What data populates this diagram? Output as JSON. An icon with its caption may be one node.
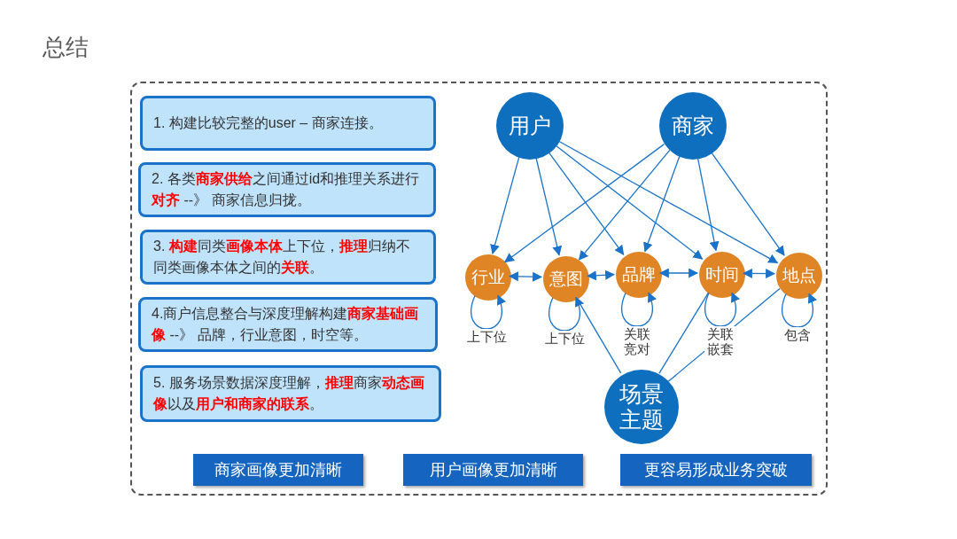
{
  "diagram": {
    "title": "总结",
    "nodes": [
      {
        "text": [],
        "shape": "box"
      },
      {
        "text": [
          "1. 构建比较完整的user – 商家连接。"
        ],
        "in": 0
      },
      {
        "text": [
          "2. 各类**商家供给**之间通过id和推理关系进行**对齐** --》 商家信息归拢。"
        ],
        "in": 0
      },
      {
        "text": [
          "3. **构建**同类**画像本体**上下位，**推理**归纳不同类画像本体之间的**关联**。"
        ],
        "in": 0
      },
      {
        "text": [
          "4.商户信息整合与深度理解构建**商家基础画像** --》 品牌，行业意图，时空等。"
        ],
        "in": 0
      },
      {
        "text": [
          "5. 服务场景数据深度理解，**推理**商家**动态画像**以及**用户和商家的联系**。"
        ],
        "in": 0
      },
      {
        "text": [
          "用户"
        ],
        "in": 0
      },
      {
        "text": [
          "商家"
        ],
        "in": 0
      },
      {
        "text": [
          "行业"
        ],
        "in": 0
      },
      {
        "text": [
          "意图"
        ],
        "in": 0
      },
      {
        "text": [
          "品牌"
        ],
        "in": 0
      },
      {
        "text": [
          "时间"
        ],
        "in": 0
      },
      {
        "text": [
          "地点"
        ],
        "in": 0
      },
      {
        "text": [
          "场景主题"
        ],
        "in": 0
      },
      {
        "text": [
          "商家画像更加清晰"
        ],
        "in": 0
      },
      {
        "text": [
          "用户画像更加清晰"
        ],
        "in": 0
      },
      {
        "text": [
          "更容易形成业务突破"
        ],
        "in": 0
      }
    ],
    "edges": [
      {
        "from": 6,
        "to": 8,
        "arrow": "to"
      },
      {
        "from": 6,
        "to": 9,
        "arrow": "to"
      },
      {
        "from": 6,
        "to": 10,
        "arrow": "to"
      },
      {
        "from": 6,
        "to": 11,
        "arrow": "to"
      },
      {
        "from": 6,
        "to": 12,
        "arrow": "to"
      },
      {
        "from": 7,
        "to": 8,
        "arrow": "to"
      },
      {
        "from": 7,
        "to": 9,
        "arrow": "to"
      },
      {
        "from": 7,
        "to": 10,
        "arrow": "to"
      },
      {
        "from": 7,
        "to": 11,
        "arrow": "to"
      },
      {
        "from": 7,
        "to": 12,
        "arrow": "to"
      },
      {
        "from": 8,
        "to": 9,
        "arrow": "both"
      },
      {
        "from": 9,
        "to": 10,
        "arrow": "both"
      },
      {
        "from": 10,
        "to": 11,
        "arrow": "both"
      },
      {
        "from": 11,
        "to": 12,
        "arrow": "both"
      },
      {
        "from": 8,
        "to": 8,
        "arrow": "to",
        "label": "上下位"
      },
      {
        "from": 9,
        "to": 9,
        "arrow": "to",
        "label": "上下位"
      },
      {
        "from": 10,
        "to": 10,
        "arrow": "to",
        "label": "关联竞对"
      },
      {
        "from": 11,
        "to": 11,
        "arrow": "to",
        "label": "关联嵌套"
      },
      {
        "from": 12,
        "to": 12,
        "arrow": "to",
        "label": "包含"
      },
      {
        "from": 9,
        "to": 13,
        "arrow": "none"
      },
      {
        "from": 11,
        "to": 13,
        "arrow": "none"
      },
      {
        "from": 12,
        "to": 13,
        "arrow": "none"
      }
    ]
  }
}
